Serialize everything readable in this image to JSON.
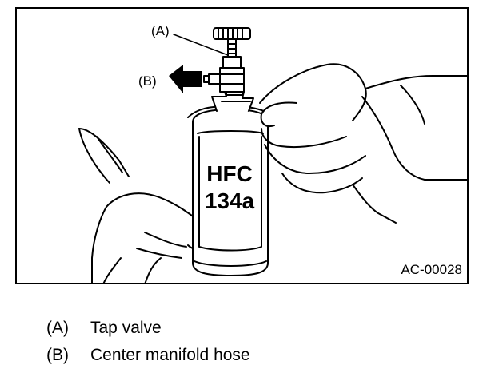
{
  "figure": {
    "callouts": [
      {
        "key": "a",
        "label": "(A)"
      },
      {
        "key": "b",
        "label": "(B)"
      }
    ],
    "can_label_line1": "HFC",
    "can_label_line2": "134a",
    "figure_code": "AC-00028"
  },
  "legend": [
    {
      "key": "(A)",
      "text": "Tap valve"
    },
    {
      "key": "(B)",
      "text": "Center manifold hose"
    }
  ]
}
